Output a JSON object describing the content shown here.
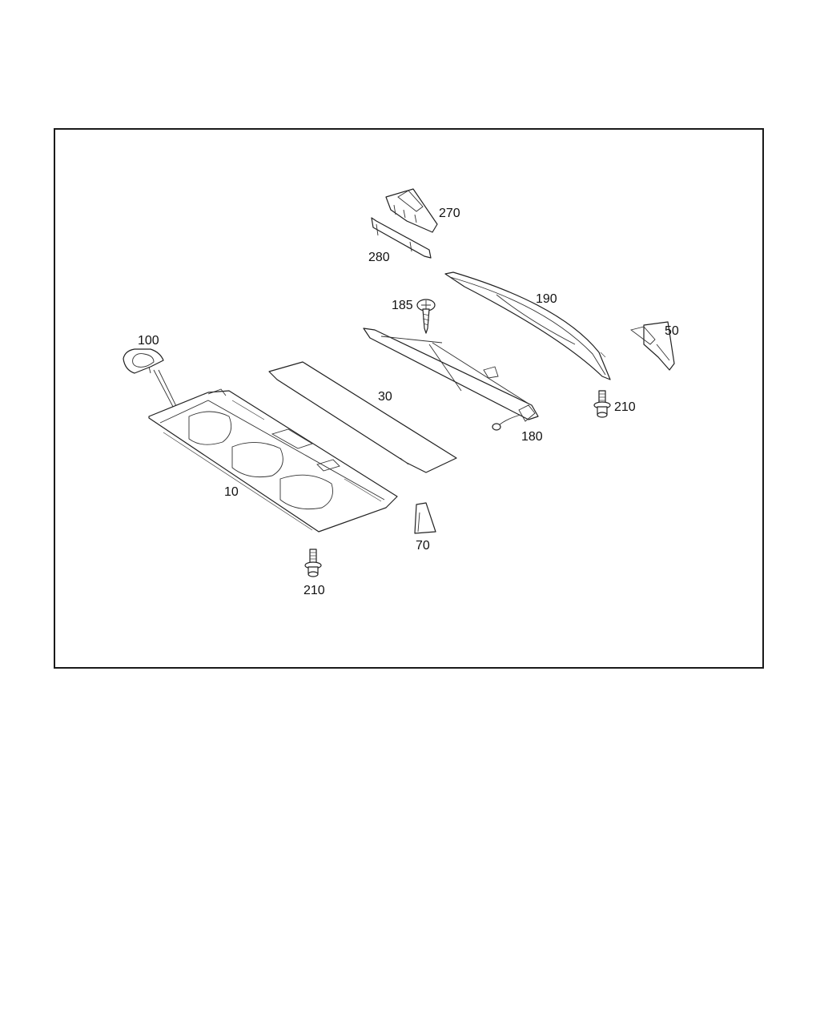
{
  "callouts": {
    "p270": "270",
    "p280": "280",
    "p190": "190",
    "p185": "185",
    "p100": "100",
    "p50": "50",
    "p30": "30",
    "p210_right": "210",
    "p180": "180",
    "p10": "10",
    "p70": "70",
    "p210_bottom": "210"
  },
  "colors": {
    "line": "#222222",
    "background": "#ffffff"
  }
}
